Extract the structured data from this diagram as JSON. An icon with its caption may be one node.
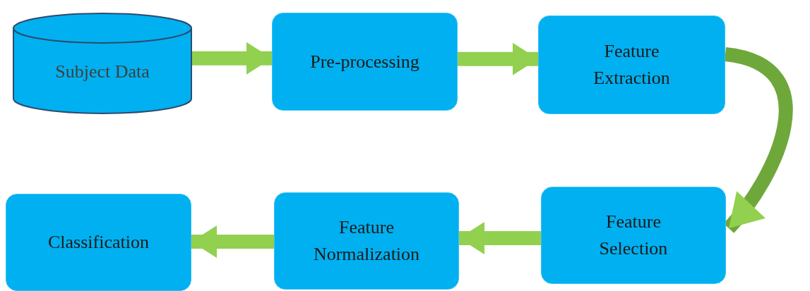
{
  "diagram": {
    "nodes": [
      {
        "text": [
          "Subject Data"
        ]
      },
      {
        "text": [
          "Pre-processing"
        ]
      },
      {
        "text": [
          "Feature Extraction"
        ]
      },
      {
        "text": [
          "Feature Selection"
        ]
      },
      {
        "text": [
          "Feature Normalization"
        ]
      },
      {
        "text": [
          "Classification"
        ]
      }
    ],
    "edges": [
      {
        "from": 0,
        "to": 1,
        "arrow": "to"
      },
      {
        "from": 1,
        "to": 2,
        "arrow": "to"
      },
      {
        "from": 2,
        "to": 3,
        "arrow": "to",
        "color": "#6fa83a"
      },
      {
        "from": 3,
        "to": 4,
        "arrow": "to"
      },
      {
        "from": 4,
        "to": 5,
        "arrow": "to"
      }
    ]
  }
}
